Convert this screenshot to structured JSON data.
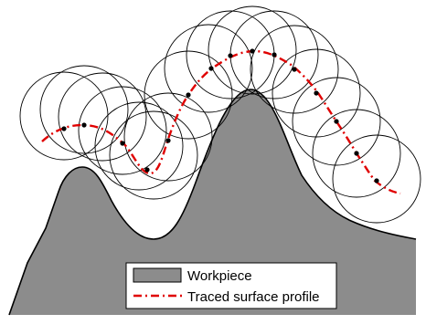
{
  "colors": {
    "background": "#ffffff",
    "workpiece": "#8c8c8c",
    "workpiece_edge": "#000000",
    "circle": "#000000",
    "profile": "#e00000",
    "contact_point": "#000000",
    "legend_border": "#000000"
  },
  "legend": {
    "items": [
      {
        "label": "Workpiece",
        "kind": "filled-rect"
      },
      {
        "label": "Traced surface profile",
        "kind": "dash-dot-line"
      }
    ]
  }
}
